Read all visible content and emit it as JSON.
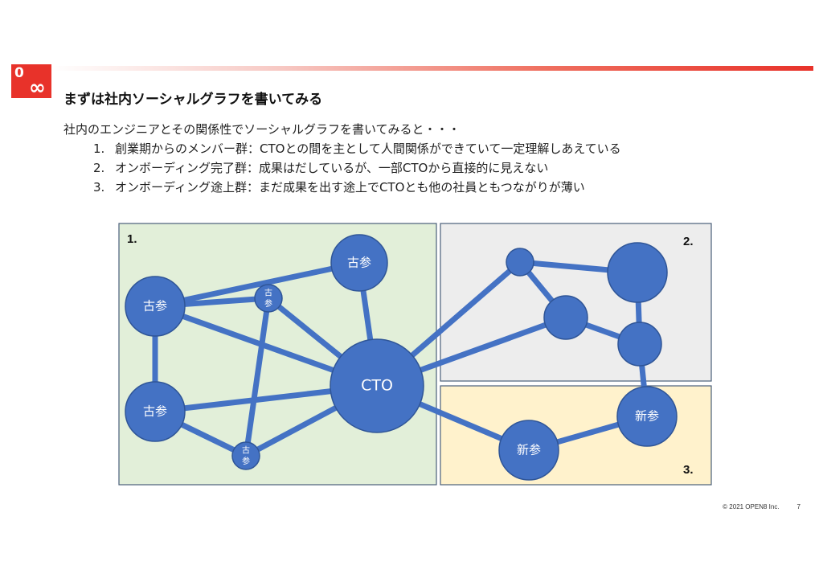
{
  "slide": {
    "title": "まずは社内ソーシャルグラフを書いてみる",
    "intro": "社内のエンジニアとその関係性でソーシャルグラフを書いてみると・・・",
    "items": [
      {
        "num": "1.",
        "text": "創業期からのメンバー群：CTOとの間を主として人間関係ができていて一定理解しあえている"
      },
      {
        "num": "2.",
        "text": "オンボーディング完了群：成果はだしているが、一部CTOから直接的に見えない"
      },
      {
        "num": "3.",
        "text": "オンボーディング途上群：まだ成果を出す途上でCTOとも他の社員ともつながりが薄い"
      }
    ],
    "logo": {
      "top": "0",
      "bottom": "∞"
    },
    "footer": {
      "copyright": "© 2021 OPEN8 Inc.",
      "page": "7"
    }
  },
  "diagram": {
    "regions": [
      {
        "id": "r1",
        "label": "1.",
        "color": "#e2efd9"
      },
      {
        "id": "r2",
        "label": "2.",
        "color": "#ededed"
      },
      {
        "id": "r3",
        "label": "3.",
        "color": "#fff2cc"
      }
    ],
    "nodes": [
      {
        "id": "cto",
        "label": "CTO"
      },
      {
        "id": "k1",
        "label": "古参"
      },
      {
        "id": "k2",
        "label": "古参"
      },
      {
        "id": "k3",
        "label": "古参"
      },
      {
        "id": "k4",
        "label": "古\n参"
      },
      {
        "id": "k5",
        "label": "古\n参"
      },
      {
        "id": "b1",
        "label": ""
      },
      {
        "id": "b2",
        "label": ""
      },
      {
        "id": "b3",
        "label": ""
      },
      {
        "id": "b4",
        "label": ""
      },
      {
        "id": "s1",
        "label": "新参"
      },
      {
        "id": "s2",
        "label": "新参"
      }
    ],
    "edges": [
      [
        "k1",
        "k2"
      ],
      [
        "k1",
        "k4"
      ],
      [
        "k1",
        "k3"
      ],
      [
        "k1",
        "cto"
      ],
      [
        "k4",
        "cto"
      ],
      [
        "k4",
        "k5"
      ],
      [
        "k2",
        "cto"
      ],
      [
        "k3",
        "cto"
      ],
      [
        "k3",
        "k5"
      ],
      [
        "k5",
        "cto"
      ],
      [
        "cto",
        "b1"
      ],
      [
        "cto",
        "b2"
      ],
      [
        "cto",
        "s2"
      ],
      [
        "b1",
        "b3"
      ],
      [
        "b1",
        "b2"
      ],
      [
        "b2",
        "b4"
      ],
      [
        "b3",
        "b4"
      ],
      [
        "b4",
        "s1"
      ],
      [
        "s1",
        "s2"
      ]
    ],
    "colors": {
      "node": "#4472c4",
      "edge": "#4472c4",
      "node_border": "#2f5597"
    }
  }
}
